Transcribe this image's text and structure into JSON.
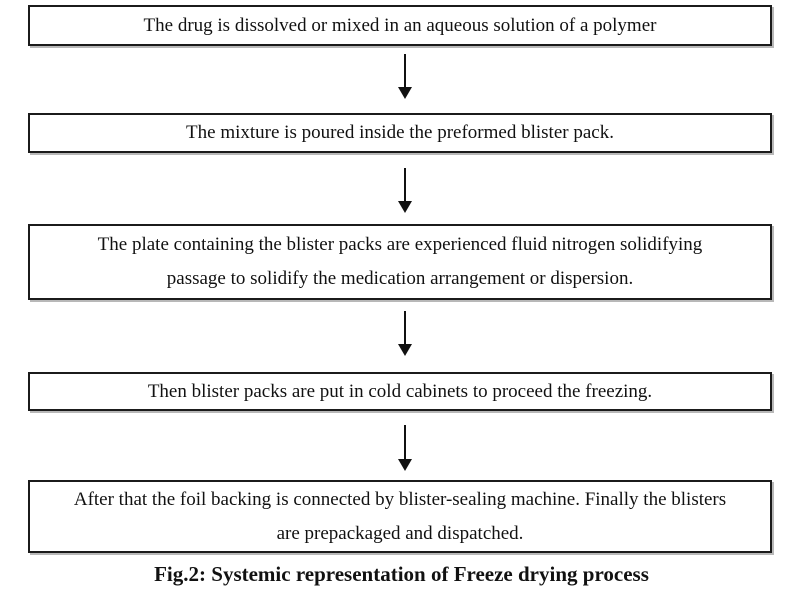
{
  "diagram": {
    "caption": "Fig.2: Systemic representation of Freeze drying process",
    "steps": [
      {
        "lines": [
          "The drug is dissolved or mixed in an aqueous solution of a polymer"
        ]
      },
      {
        "lines": [
          "The mixture is poured inside the preformed blister pack."
        ]
      },
      {
        "lines": [
          "The plate containing the blister packs are experienced fluid nitrogen solidifying",
          "passage to solidify the medication arrangement or dispersion."
        ]
      },
      {
        "lines": [
          "Then blister packs are put in cold cabinets to proceed the freezing."
        ]
      },
      {
        "lines": [
          "After that the foil backing is connected by blister-sealing machine. Finally the blisters",
          "are prepackaged and dispatched."
        ]
      }
    ],
    "colors": {
      "border": "#1b1b1b",
      "text": "#111111",
      "background": "#ffffff",
      "arrow": "#111111"
    }
  }
}
